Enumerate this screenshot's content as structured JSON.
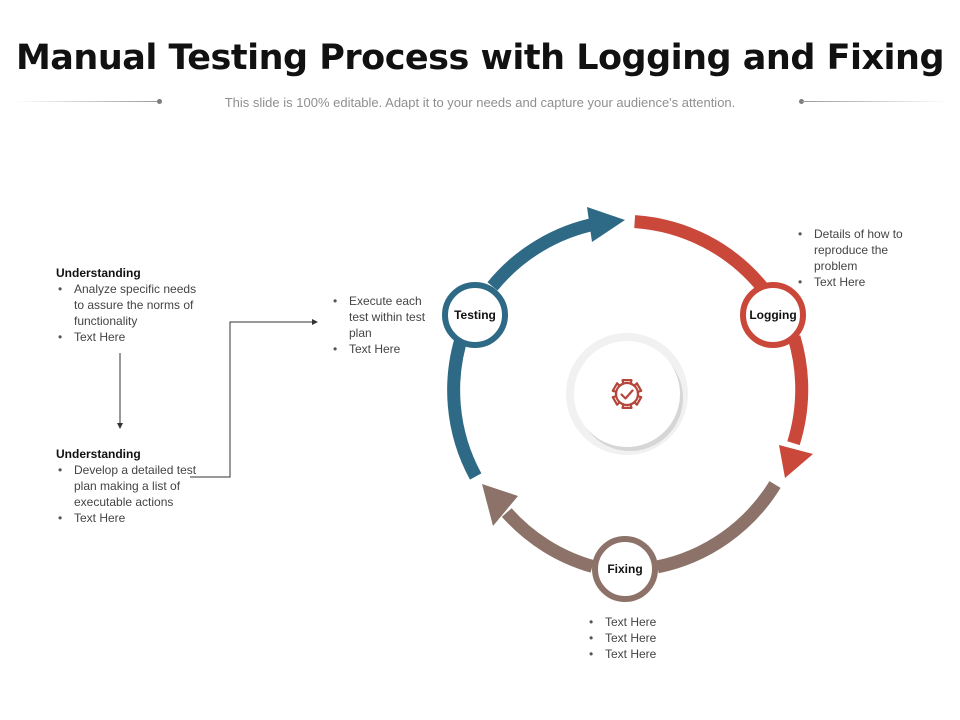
{
  "title": "Manual Testing Process with Logging and Fixing",
  "subtitle": "This slide is 100% editable.  Adapt it to your needs and capture your audience's attention.",
  "colors": {
    "testing": "#2e6a85",
    "logging": "#c9483a",
    "fixing": "#8c7268",
    "connector": "#333333"
  },
  "left_panel": {
    "block1": {
      "heading": "Understanding",
      "items": [
        "Analyze specific needs to assure the norms of functionality",
        "Text Here"
      ]
    },
    "block2": {
      "heading": "Understanding",
      "items": [
        "Develop a detailed test plan making a list of executable actions",
        "Text Here"
      ]
    }
  },
  "testing_notes": [
    "Execute each test within test plan",
    "Text Here"
  ],
  "logging_notes": [
    "Details of how to reproduce the problem",
    "Text Here"
  ],
  "fixing_notes": [
    "Text Here",
    "Text Here",
    "Text Here"
  ],
  "cycle": {
    "nodes": [
      {
        "id": "testing",
        "label": "Testing"
      },
      {
        "id": "logging",
        "label": "Logging"
      },
      {
        "id": "fixing",
        "label": "Fixing"
      }
    ],
    "center_icon": "gear-check-icon"
  }
}
